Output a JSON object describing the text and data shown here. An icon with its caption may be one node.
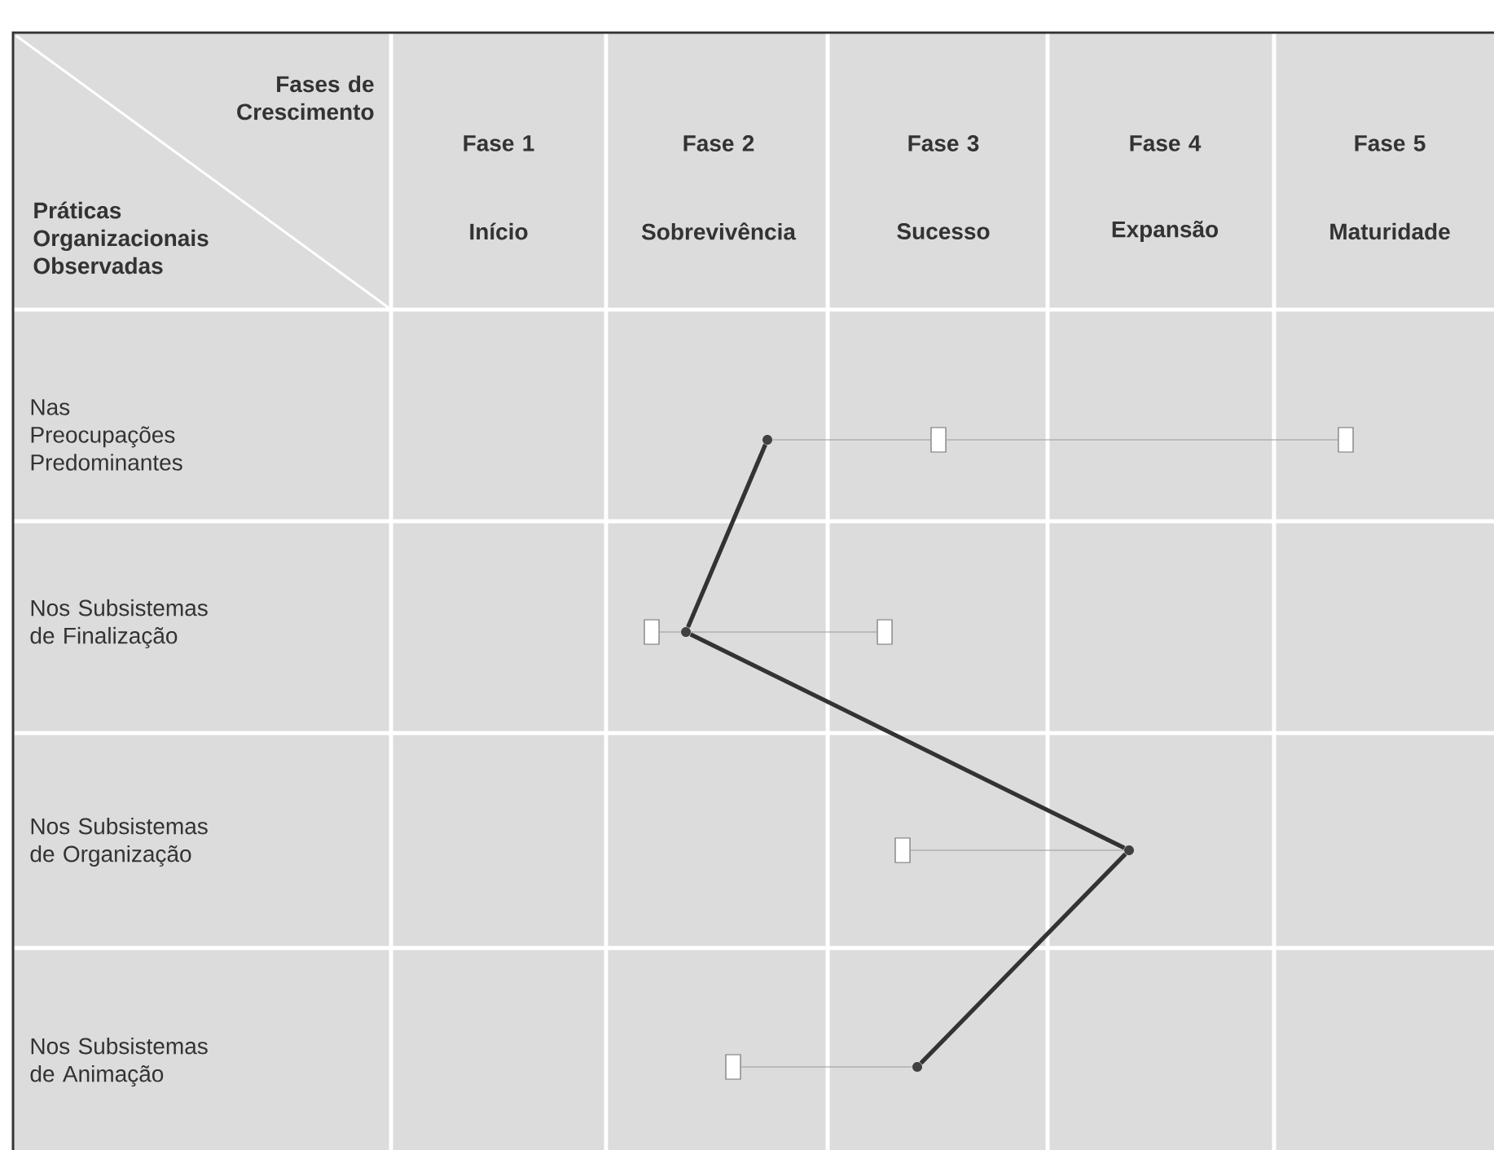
{
  "diagram": {
    "nodes": [
      {
        "text": [],
        "shape": "circle"
      },
      {
        "text": [],
        "shape": "circle"
      },
      {
        "text": [],
        "shape": "circle"
      },
      {
        "text": [],
        "shape": "circle"
      },
      {
        "text": [],
        "shape": "box"
      },
      {
        "text": [],
        "shape": "box"
      },
      {
        "text": [],
        "shape": "box"
      },
      {
        "text": [],
        "shape": "box"
      },
      {
        "text": [],
        "shape": "box"
      },
      {
        "text": [],
        "shape": "box"
      }
    ],
    "edges": [
      {
        "from": 0,
        "to": 1,
        "arrow": "none",
        "style": "thick",
        "color": "#333333"
      },
      {
        "from": 1,
        "to": 2,
        "arrow": "none",
        "style": "thick",
        "color": "#333333"
      },
      {
        "from": 2,
        "to": 3,
        "arrow": "none",
        "style": "thick",
        "color": "#333333"
      },
      {
        "from": 0,
        "to": 4,
        "arrow": "none"
      },
      {
        "from": 4,
        "to": 5,
        "arrow": "none"
      },
      {
        "from": 6,
        "to": 1,
        "arrow": "none"
      },
      {
        "from": 1,
        "to": 7,
        "arrow": "none"
      },
      {
        "from": 8,
        "to": 2,
        "arrow": "none"
      },
      {
        "from": 9,
        "to": 3,
        "arrow": "none"
      }
    ],
    "labels": [
      "Fases de Crescimento",
      "Práticas Organizacionais Observadas",
      "Fase 1",
      "Fase 2",
      "Fase 3",
      "Fase 4",
      "Fase 5",
      "Início",
      "Sobrevivência",
      "Sucesso",
      "Expansão",
      "Maturidade",
      "Nas Preocupações Predominantes",
      "Nos Subsistemas de Finalização",
      "Nos Subsistemas de Organização",
      "Nos Subsistemas de Animação"
    ]
  }
}
